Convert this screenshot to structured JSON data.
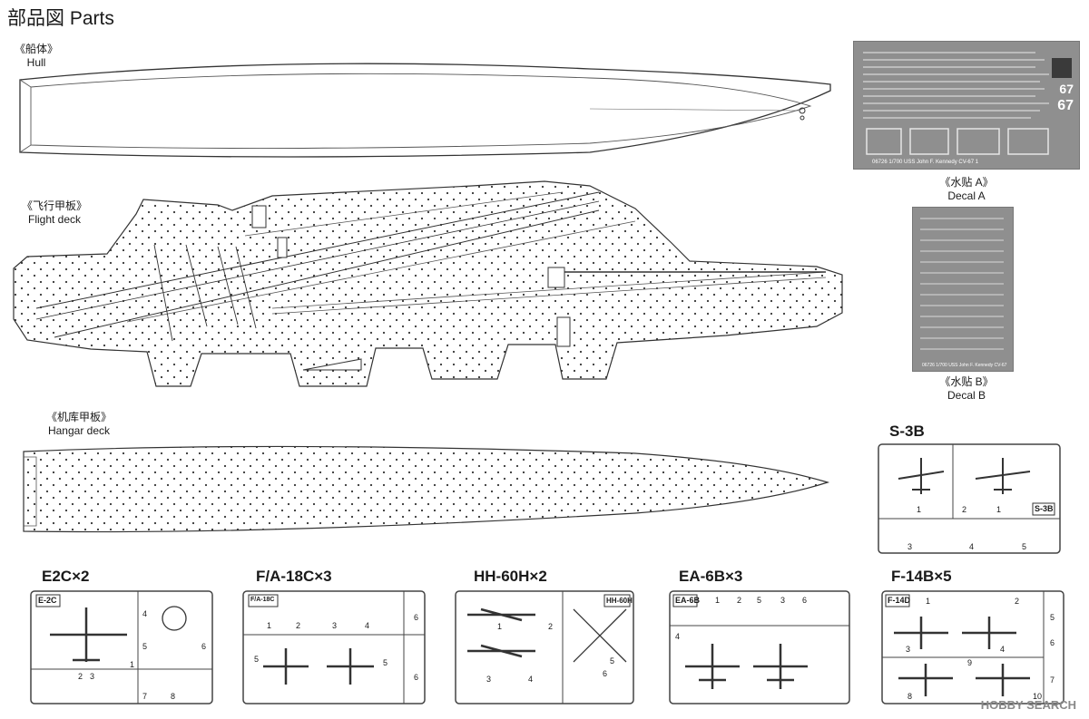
{
  "page": {
    "title": "部品図 Parts"
  },
  "parts": {
    "hull": {
      "cn": "《船体》",
      "en": "Hull"
    },
    "flight_deck": {
      "cn": "《飞行甲板》",
      "en": "Flight deck"
    },
    "hangar_deck": {
      "cn": "《机库甲板》",
      "en": "Hangar deck"
    },
    "decal_a": {
      "cn": "《水贴 A》",
      "en": "Decal A",
      "hull_number": "67",
      "caption": "06726 1/700 USS John F. Kennedy CV-67 1"
    },
    "decal_b": {
      "cn": "《水贴 B》",
      "en": "Decal B",
      "caption": "06726 1/700 USS John F. Kennedy CV-67"
    }
  },
  "sprues": {
    "s3b": {
      "title": "S-3B",
      "tag": "S-3B",
      "numbers": [
        "1",
        "2",
        "1",
        "3",
        "4",
        "5"
      ]
    },
    "e2c": {
      "title": "E2C×2",
      "tag": "E-2C",
      "numbers": [
        "1",
        "2",
        "3",
        "4",
        "5",
        "6",
        "7",
        "8"
      ]
    },
    "fa18": {
      "title": "F/A-18C×3",
      "tag": "F/A-18C",
      "numbers": [
        "1",
        "2",
        "3",
        "4",
        "5",
        "6",
        "5",
        "6"
      ]
    },
    "hh60": {
      "title": "HH-60H×2",
      "tag": "HH-60H",
      "numbers": [
        "1",
        "2",
        "3",
        "4",
        "5",
        "6"
      ]
    },
    "ea6b": {
      "title": "EA-6B×3",
      "tag": "EA-6B",
      "numbers": [
        "1",
        "2",
        "3",
        "4",
        "5",
        "6"
      ]
    },
    "f14": {
      "title": "F-14B×5",
      "tag": "F-14D",
      "numbers": [
        "1",
        "2",
        "3",
        "4",
        "5",
        "6",
        "7",
        "8",
        "9",
        "10"
      ]
    }
  },
  "watermark": "HOBBY SEARCH"
}
